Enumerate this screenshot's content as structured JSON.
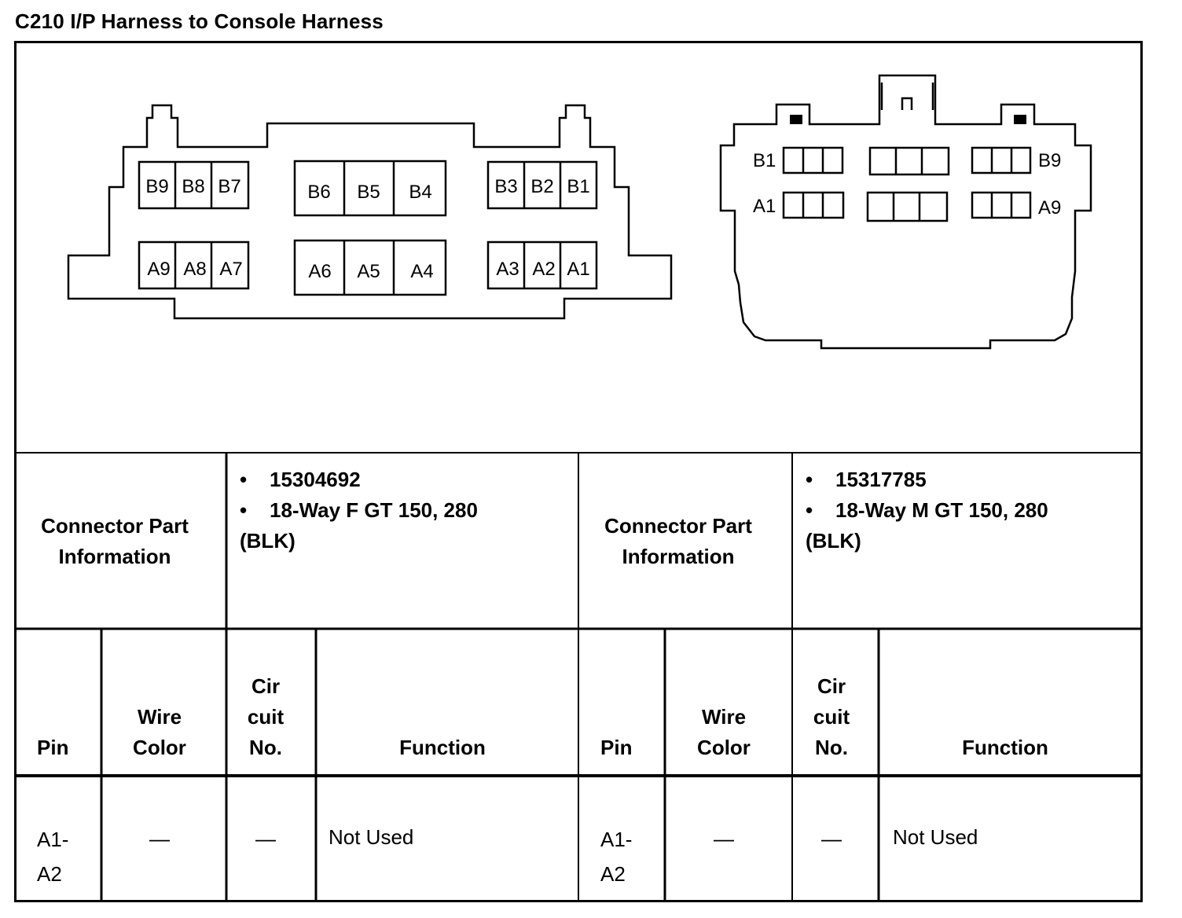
{
  "title": "C210 I/P Harness to Console Harness",
  "female_connector": {
    "row_b": [
      "B9",
      "B8",
      "B7",
      "B6",
      "B5",
      "B4",
      "B3",
      "B2",
      "B1"
    ],
    "row_a": [
      "A9",
      "A8",
      "A7",
      "A6",
      "A5",
      "A4",
      "A3",
      "A2",
      "A1"
    ]
  },
  "male_connector": {
    "labels": {
      "b1": "B1",
      "b9": "B9",
      "a1": "A1",
      "a9": "A9"
    }
  },
  "part_info": {
    "left": {
      "header_line1": "Connector Part",
      "header_line2": "Information",
      "bullet1": "15304692",
      "bullet2": "18-Way F GT 150, 280",
      "line3": "(BLK)"
    },
    "right": {
      "header_line1": "Connector Part",
      "header_line2": "Information",
      "bullet1": "15317785",
      "bullet2": "18-Way M GT 150, 280",
      "line3": "(BLK)"
    },
    "bullet_char": "•"
  },
  "table": {
    "headers": {
      "pin": "Pin",
      "wire_color_1": "Wire",
      "wire_color_2": "Color",
      "circuit_1": "Cir",
      "circuit_2": "cuit",
      "circuit_3": "No.",
      "function": "Function"
    },
    "rows": [
      {
        "left": {
          "pin_1": "A1-",
          "pin_2": "A2",
          "wire_color": "—",
          "circuit": "—",
          "function": "Not Used"
        },
        "right": {
          "pin_1": "A1-",
          "pin_2": "A2",
          "wire_color": "—",
          "circuit": "—",
          "function": "Not Used"
        }
      }
    ]
  }
}
